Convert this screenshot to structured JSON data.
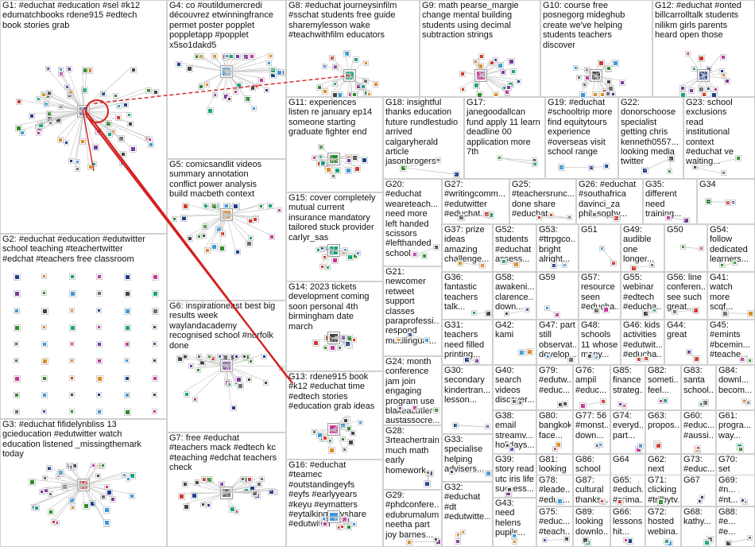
{
  "groups": [
    {
      "id": "G1",
      "label": "G1: #educhat #education #sel #k12\nedumatchbooks rdene915 #edtech\nbook stories grab"
    },
    {
      "id": "G2",
      "label": "G2: #educhat #education #edutwitter\nschool teaching #teachertwitter\n#edchat #teachers free classroom"
    },
    {
      "id": "G3",
      "label": "G3: #educhat fifidelynbliss 13\ngcieducation #edutwitter watch\neducation listened _missingthemark\ntoday"
    },
    {
      "id": "G4",
      "label": "G4: co #outildumercredi\ndécouvrez etwinningfrance\npermet poster popplet\npoppletapp #popplet\nx5so1dakd5"
    },
    {
      "id": "G5",
      "label": "G5: comicsandlit videos\nsummary annotation\nconflict power analysis\nbuild macbeth context"
    },
    {
      "id": "G6",
      "label": "G6: inspirationeast best big\nresults week\nwaylandacademy\nrecognised school #norfolk\ndone"
    },
    {
      "id": "G7",
      "label": "G7: free #educhat\n#teachers mack #edtech kc\n#teaching #edchat teachers\ncheck"
    },
    {
      "id": "G8",
      "label": "G8: #educhat journeysinfilm\n#sschat students free guide\nsharemylesson wake\n#teachwithfilm educators"
    },
    {
      "id": "G9",
      "label": "G9: math pearse_margie\nchange mental building\nstudents using decimal\nsubtraction strings"
    },
    {
      "id": "G10",
      "label": "G10: course free\nposnegorg mideghub\ncreate we've helping\nstudents teachers\ndiscover"
    },
    {
      "id": "G12",
      "label": "G12: #educhat #onted\nbillcarrolltalk students\nnilikm girls parents\nheard open those"
    },
    {
      "id": "G11",
      "label": "G11: experiences\nlisten re january ep14\nsomeone starting\ngraduate fighter end"
    },
    {
      "id": "G18",
      "label": "G18: insightful\nthanks education\nfuture rundlestudio\narrived\ncalgaryherald\narticle\njasonbrogers"
    },
    {
      "id": "G17",
      "label": "G17:\njanegoodallcan\nfund apply 11 learn\ndeadline 00\napplication more\n7th"
    },
    {
      "id": "G19",
      "label": "G19: #educhat\n#schooltrip more\nfind equitytours\nexperience\n#overseas visit\nschool range"
    },
    {
      "id": "G22",
      "label": "G22:\ndonorschoose\nspecialist\ngetting chris\nkenneth0557...\nlooking media\ntwitter"
    },
    {
      "id": "G23",
      "label": "G23: school\nexclusions\nread\ninstitutional\ncontext\n#educhat ve\nwaiting..."
    },
    {
      "id": "G15",
      "label": "G15: cover completely\nmutual current\ninsurance mandatory\ntailored stuck provider\ncarlyr_sas"
    },
    {
      "id": "G20",
      "label": "G20:\n#educhat\nweareteach...\nneed more\nleft handed\nscissors\n#lefthanded\nschool..."
    },
    {
      "id": "G27",
      "label": "G27:\n#writingcomm...\n#edutwitter\n#educhat..."
    },
    {
      "id": "G25",
      "label": "G25:\n#teachersrunc...\ndone share\n#educhat..."
    },
    {
      "id": "G26",
      "label": "G26: #educhat\n#southafrica\ndavinci_za\nphilosophy..."
    },
    {
      "id": "G35",
      "label": "G35:\ndifferent\nneed\ntraining..."
    },
    {
      "id": "G34",
      "label": "G34"
    },
    {
      "id": "G37",
      "label": "G37: prize\nideas\namazing\nchallenge..."
    },
    {
      "id": "G52",
      "label": "G52:\nstudents\n#educhat\nassess..."
    },
    {
      "id": "G53",
      "label": "G53:\n#ttrpgco...\nbright\nalright..."
    },
    {
      "id": "G51",
      "label": "G51"
    },
    {
      "id": "G49",
      "label": "G49:\naudible\none\nlonger..."
    },
    {
      "id": "G50",
      "label": "G50"
    },
    {
      "id": "G54",
      "label": "G54:\nfollow\ndedicated\nlearners..."
    },
    {
      "id": "G21",
      "label": "G21:\nnewcomer\nretweet\nsupport\nclasses\nparaprofessi...\nrespond\nmultilingual..."
    },
    {
      "id": "G36",
      "label": "G36:\nfantastic\nteachers\ntalk..."
    },
    {
      "id": "G58",
      "label": "G58:\nawakeni...\nclarence...\ndown..."
    },
    {
      "id": "G59",
      "label": "G59"
    },
    {
      "id": "G57",
      "label": "G57:\nresource\nseen\n#educha..."
    },
    {
      "id": "G55",
      "label": "G55:\nwebinar\n#edtech\n#educha..."
    },
    {
      "id": "G56",
      "label": "G56: line\nconferen...\nsee such\ngreat..."
    },
    {
      "id": "G41",
      "label": "G41:\nwatch\nmore\nscqf..."
    },
    {
      "id": "G14",
      "label": "G14: 2023 tickets\ndevelopment coming\nsoon personal 4th\nbirmingham date\nmarch"
    },
    {
      "id": "G31",
      "label": "G31:\nteachers\nneed filled\nprinting..."
    },
    {
      "id": "G42",
      "label": "G42:\nkami"
    },
    {
      "id": "G47",
      "label": "G47: part\nstill\nobservat...\ndevelop..."
    },
    {
      "id": "G48",
      "label": "G48:\nschools\n11 whose\nmany..."
    },
    {
      "id": "G46",
      "label": "G46: kids\nactivities\n#edutwit...\n#educha..."
    },
    {
      "id": "G44",
      "label": "G44:\ngreat"
    },
    {
      "id": "G45",
      "label": "G45:\n#emints\n#bcemin...\n#teache..."
    },
    {
      "id": "G24",
      "label": "G24: month\nconference\njam join\nengaging\nprogram use\nblakeacutler\naustassocre..."
    },
    {
      "id": "G13",
      "label": "G13: rdene915 book\n#k12 #educhat time\n#edtech stories\n#education grab ideas"
    },
    {
      "id": "G40",
      "label": "G40:\nsearch\nvideos\ndiscover..."
    },
    {
      "id": "G79",
      "label": "G79:\n#edutw...\n#educ..."
    },
    {
      "id": "G76",
      "label": "G76:\nampil\n#educ..."
    },
    {
      "id": "G85",
      "label": "G85:\nfinance\nstrateg..."
    },
    {
      "id": "G82",
      "label": "G82:\nsometi...\nfeel..."
    },
    {
      "id": "G83",
      "label": "G83:\nsanta\nschool..."
    },
    {
      "id": "G84",
      "label": "G84:\ndownl...\nbecom..."
    },
    {
      "id": "G30",
      "label": "G30:\nsecondary\nkindertran...\nlesson..."
    },
    {
      "id": "G38",
      "label": "G38:\nemail\nstreamv...\nholidays..."
    },
    {
      "id": "G80",
      "label": "G80:\nbangkok\nface..."
    },
    {
      "id": "G77",
      "label": "G77: 56\n#monst...\ndown..."
    },
    {
      "id": "G74",
      "label": "G74:\neveryd...\npart..."
    },
    {
      "id": "G63",
      "label": "G63:\npropos..."
    },
    {
      "id": "G60",
      "label": "G60:\n#educ...\n#aussi..."
    },
    {
      "id": "G61",
      "label": "G61:\nprogra...\nway..."
    },
    {
      "id": "G28",
      "label": "G28:\n3rteachertrain\nmuch math\nearly\nhomework..."
    },
    {
      "id": "G33",
      "label": "G33:\nspecialise\nhelping\nadvisers..."
    },
    {
      "id": "G39",
      "label": "G39:\nstory read\nutc iris life\nsuccess..."
    },
    {
      "id": "G81",
      "label": "G81:\nlooking\nlesson..."
    },
    {
      "id": "G86",
      "label": "G86:\nschool\nleaders..."
    },
    {
      "id": "G64",
      "label": "G64"
    },
    {
      "id": "G62",
      "label": "G62:\nnext\nseason..."
    },
    {
      "id": "G73",
      "label": "G73:\n#educ...\nstude..."
    },
    {
      "id": "G70",
      "label": "G70:\nset\npoint..."
    },
    {
      "id": "G16",
      "label": "G16: #educhat\n#teamec\n#outstandingeyfs\n#eyfs #earlyyears\n#keyu #eymatters\n#eytalking #eyshare\n#edutwitter"
    },
    {
      "id": "G29",
      "label": "G29:\n#phdconfere...\nedubrumalum\nneetha part\njoy barnes..."
    },
    {
      "id": "G32",
      "label": "G32:\n#educhat\n#dt\n#edutwitte..."
    },
    {
      "id": "G43",
      "label": "G43:\nneed\nhelens\npupils..."
    },
    {
      "id": "G78",
      "label": "G78:\n#leade...\n#educ..."
    },
    {
      "id": "G87",
      "label": "G87:\ncultural\nthanks..."
    },
    {
      "id": "G65",
      "label": "G65:\n#educh...\n#prima..."
    },
    {
      "id": "G71",
      "label": "G71:\nclicking\n#trilbytv..."
    },
    {
      "id": "G67",
      "label": "G67"
    },
    {
      "id": "G69",
      "label": "G69:\n#n...\n#nt...\n#e..."
    },
    {
      "id": "G75",
      "label": "G75:\n#educ...\n#teach..."
    },
    {
      "id": "G89",
      "label": "G89:\nlooking\ndownlo..."
    },
    {
      "id": "G66",
      "label": "G66:\nlessons\nhit..."
    },
    {
      "id": "G72",
      "label": "G72:\nhosted\nwebina..."
    },
    {
      "id": "G68",
      "label": "G68:\nkathy..."
    },
    {
      "id": "G88",
      "label": "G88:\n#e...\n#e..."
    }
  ],
  "colors": {
    "border": "#d0d0d0",
    "edge": "#c8c8c8",
    "highlight_edge": "#d42020",
    "node_palette": [
      "#1f3f8f",
      "#2e8b2e",
      "#d43a2a",
      "#3a9ad9",
      "#e08a1e",
      "#7a3aa0",
      "#6e6e6e",
      "#1aa37a",
      "#c9359b",
      "#444444"
    ]
  }
}
